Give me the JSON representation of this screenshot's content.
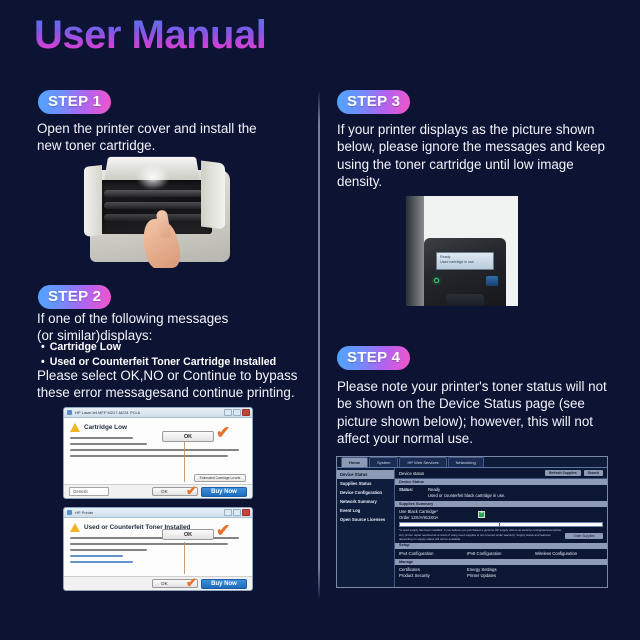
{
  "title": "User Manual",
  "steps": {
    "step1": {
      "badge": "STEP 1",
      "text": "Open the printer cover and install the new toner cartridge."
    },
    "step2": {
      "badge": "STEP 2",
      "intro": "If one of the following messages (or similar)displays:",
      "bullets": [
        "Cartridge Low",
        "Used or Counterfeit Toner Cartridge Installed"
      ],
      "outro": "Please select OK,NO or Continue to bypass these error messagesand continue printing.",
      "dialog1": {
        "titlebar": "HP LaserJet MFP M227-M231 PCL6",
        "heading": "Cartridge Low",
        "ok_label": "OK",
        "estimate_label": "Estimated Cartridge Levels",
        "footer_select": "Generic",
        "footer_mid": "OK",
        "footer_buy": "Buy Now",
        "check_mark": "✔"
      },
      "dialog2": {
        "titlebar": "HP Printer",
        "heading": "Used or Counterfeit Toner Installed",
        "ok_label": "OK",
        "footer_mid": "OK",
        "footer_buy": "Buy Now",
        "check_mark": "✔"
      }
    },
    "step3": {
      "badge": "STEP 3",
      "text": "If your printer displays as the picture shown below, please ignore the messages and keep using the toner cartridge until low image density.",
      "lcd_line1": "Ready",
      "lcd_line2": "Used cartridge in use"
    },
    "step4": {
      "badge": "STEP 4",
      "text": "Please note your printer's toner status will not be shown on the Device Status page (see picture shown below); however, this will not affect your normal use.",
      "ews": {
        "tabs": [
          "Home",
          "System",
          "HP Web Services",
          "Networking"
        ],
        "sidebar": [
          "Device Status",
          "Supplies Status",
          "Device Configuration",
          "Network Summary",
          "Event Log",
          "Open Source Licenses"
        ],
        "breadcrumb": "Device status",
        "header_buttons": [
          "Refresh Supplies",
          "Search"
        ],
        "section_device": "Device Status",
        "status_key": "Status:",
        "status_value_1": "Ready",
        "status_value_2": "Used or counterfeit black cartridge in use.",
        "section_supplies": "Supplies Summary",
        "supply_name": "Use Black Cartridge*",
        "supply_order": "Order 13X/A/913X0A",
        "note": "*A used supply has been installed. If you believe you purchased a genuine HP supply visit us at www.hp.com/go/anticounterfeit. Any printer repair required as a result of using used supplies is not covered under warranty. Supply status and features depending on supply status will not be available.",
        "gauge_button": "Order Supplies",
        "section_setup": "Setup",
        "setup_cols": [
          "IPv4 Configuration",
          "IPv6 Configuration",
          "Wireless Configuration"
        ],
        "section_manage": "Manage",
        "manage_col1": [
          "Certificates",
          "Product Security"
        ],
        "manage_col2": [
          "Energy Settings",
          "Printer Updates"
        ]
      }
    }
  },
  "colors": {
    "background": "#0d1333",
    "title_gradient_start": "#4f7ef0",
    "title_gradient_end": "#ef4fc4",
    "badge_gradient_start": "#4fa6ff",
    "badge_gradient_end": "#f255c8",
    "check_mark": "#e8722c"
  }
}
